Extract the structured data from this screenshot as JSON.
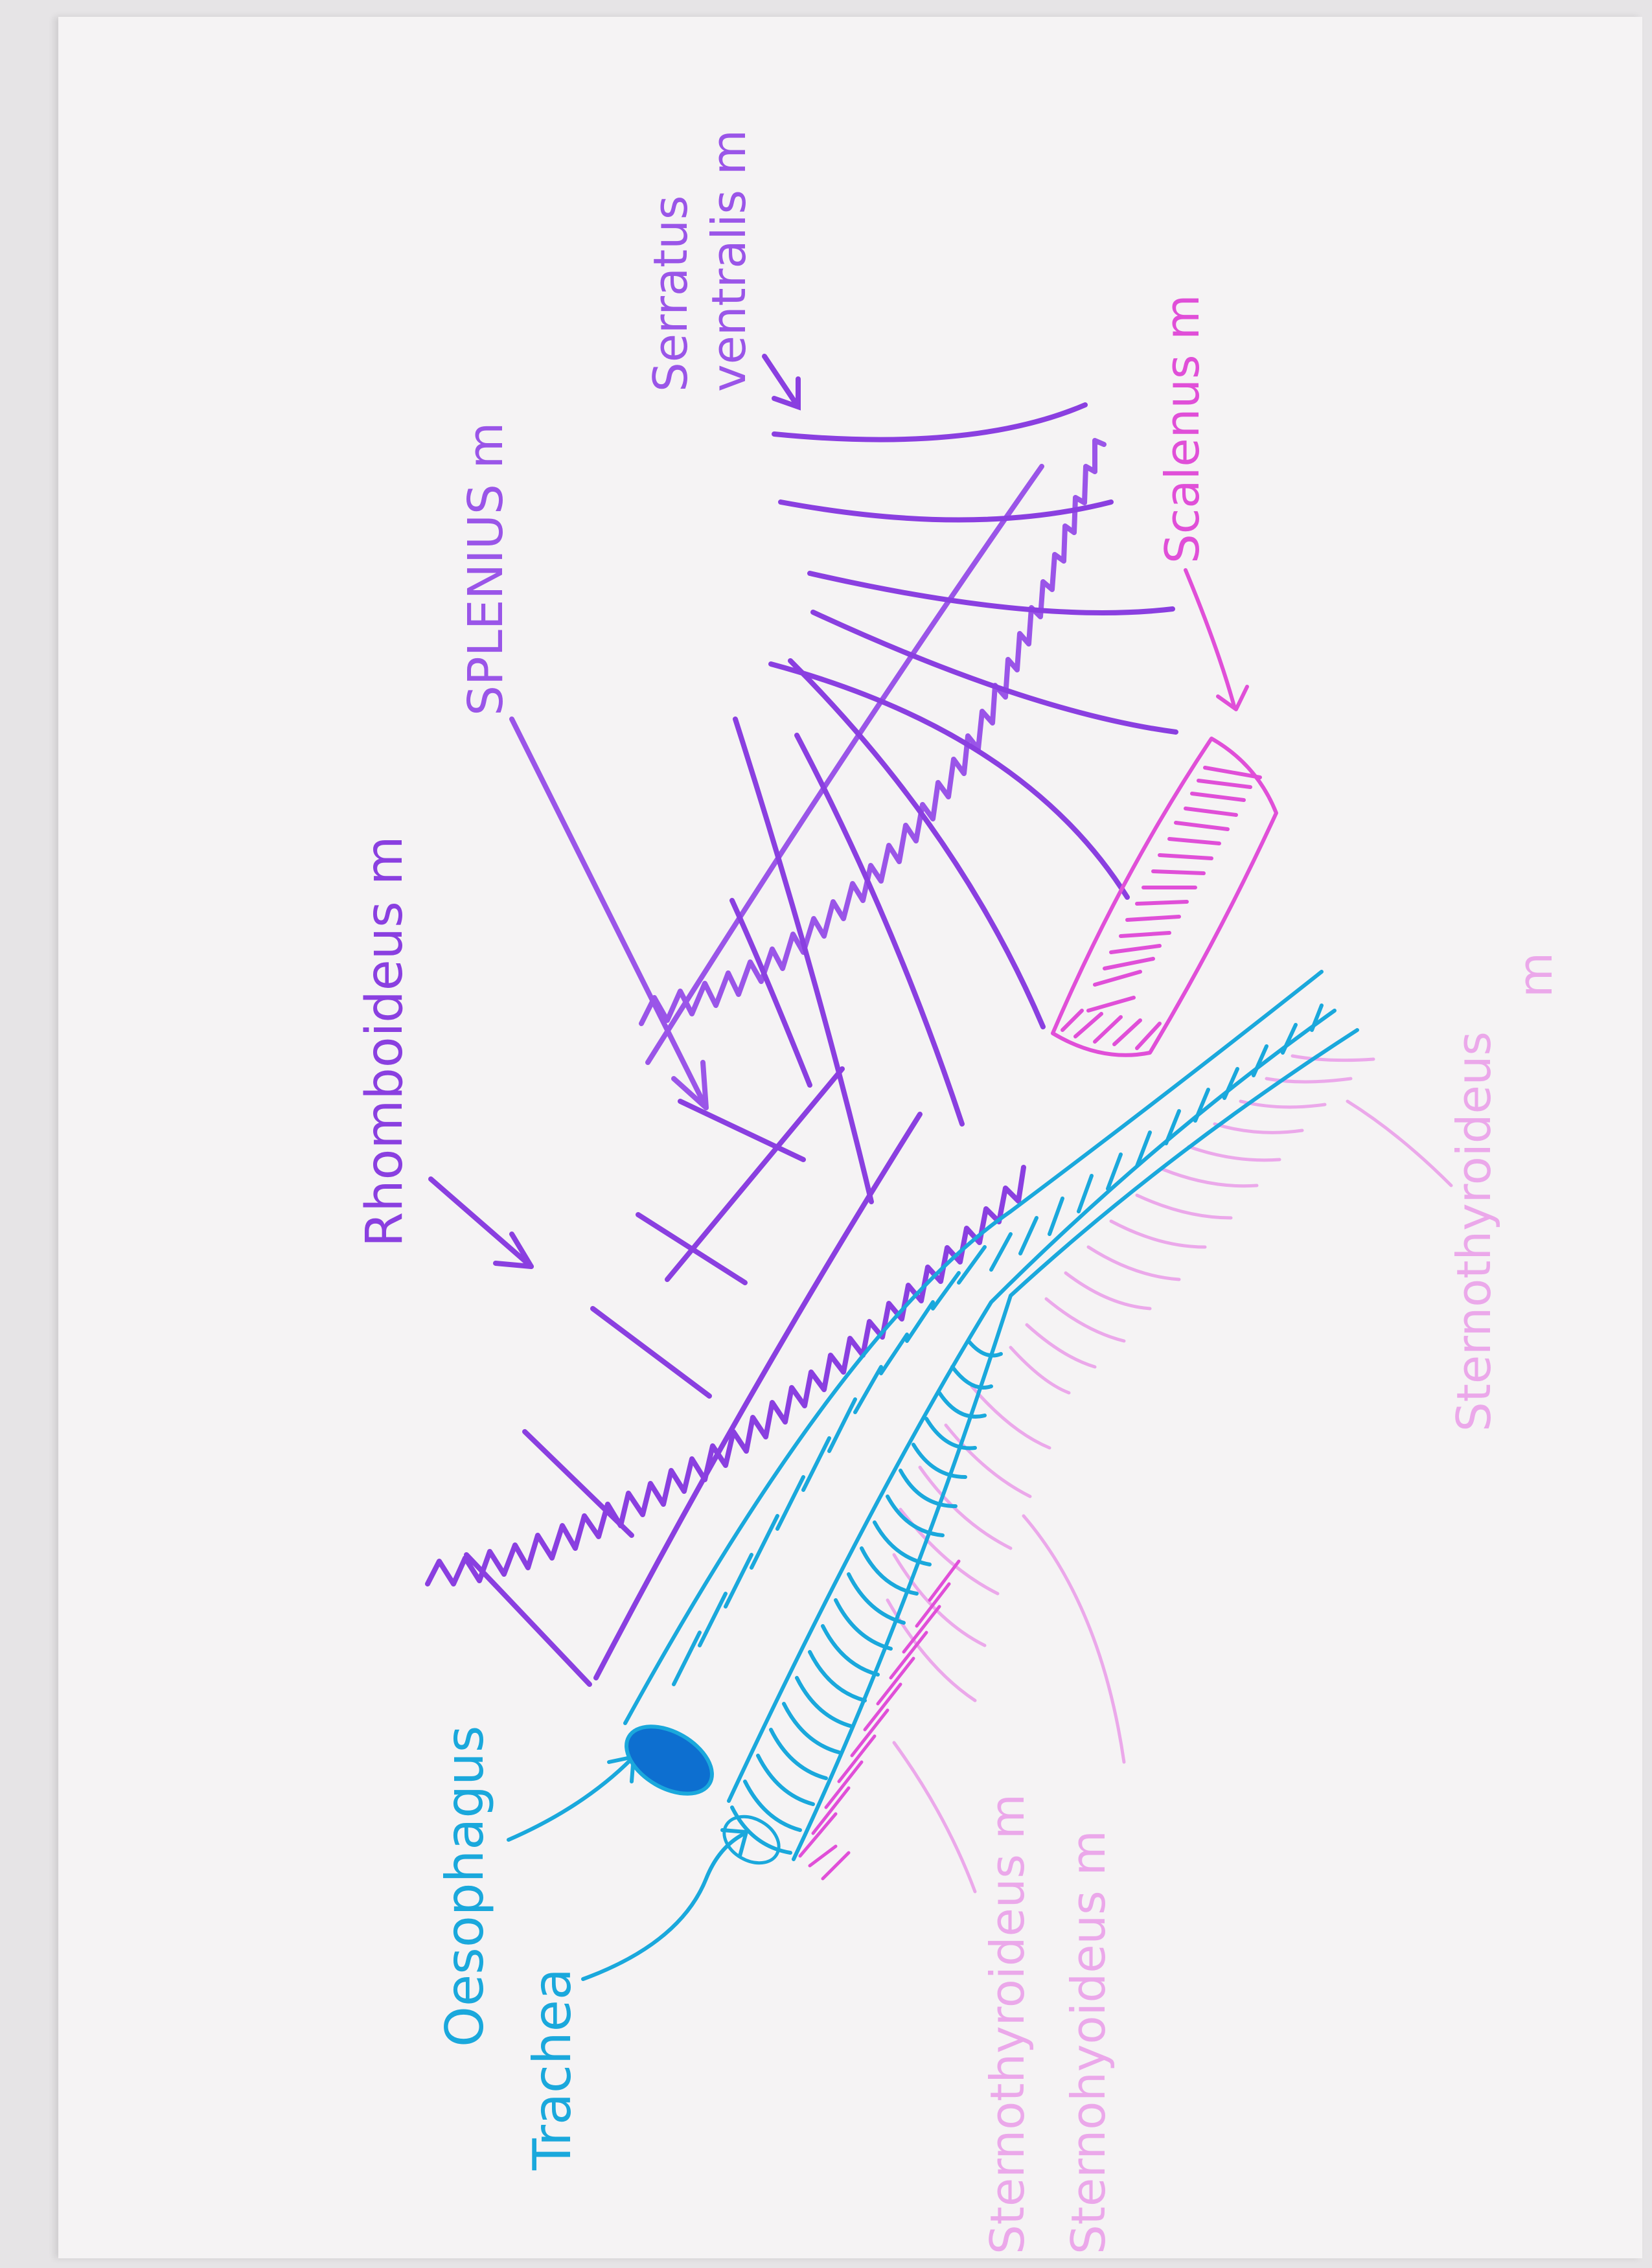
{
  "labels": {
    "rhomboideus": "Rhomboideus m",
    "splenius": "SPLENIUS m",
    "serratus_line1": "Serratus",
    "serratus_line2": "ventralis m",
    "scalenus": "Scalenus m",
    "oesophagus": "Oesophagus",
    "trachea": "Trachea",
    "sternothyroideus": "Sternothyroideus m",
    "sternohyoideus": "Sternohyoideus m",
    "sternothyroideus_right": "Sternothyroideus",
    "sternothyroideus_right_m": "m"
  },
  "colors": {
    "purple": "#8a3fe0",
    "violet": "#9a55e8",
    "magenta": "#e04fd8",
    "pink": "#eba8ea",
    "cyan": "#1aa8dc",
    "blue": "#0d6fd0"
  }
}
